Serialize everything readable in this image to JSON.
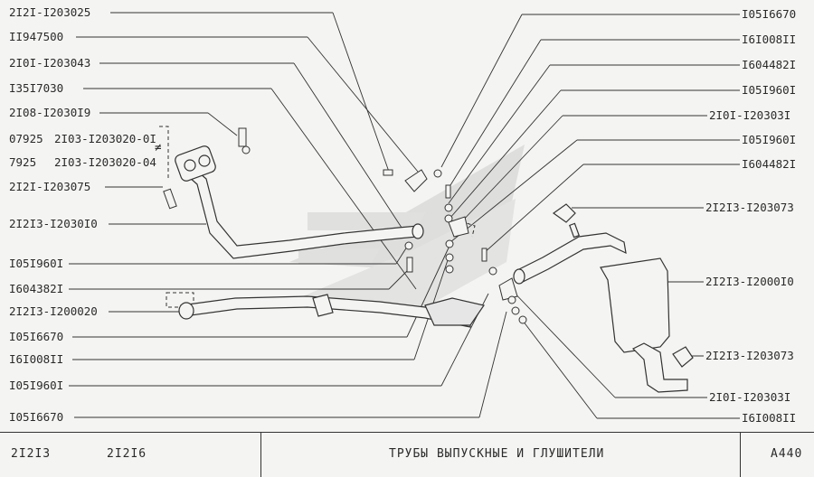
{
  "labels": {
    "l1": "2I2I-I203025",
    "l2": "II947500",
    "l3": "2I0I-I203043",
    "l4": "I35I7030",
    "l5": "2I08-I2030I9",
    "l6a": "07925",
    "l6b": "2I03-I203020-0I",
    "l7a": "7925",
    "l7b": "2I03-I203020-04",
    "l8": "2I2I-I203075",
    "l9": "2I2I3-I2030I0",
    "l10": "I05I960I",
    "l11": "I604382I",
    "l12": "2I2I3-I200020",
    "l13": "I05I6670",
    "l14": "I6I008II",
    "l15": "I05I960I",
    "l16": "I05I6670",
    "r1": "I05I6670",
    "r2": "I6I008II",
    "r3": "I604482I",
    "r4": "I05I960I",
    "r5": "2I0I-I20303I",
    "r6": "I05I960I",
    "r7": "I604482I",
    "r8": "2I2I3-I203073",
    "r9": "2I2I3-I2000I0",
    "r10": "2I2I3-I203073",
    "r11": "2I0I-I20303I",
    "r12": "I6I008II"
  },
  "footer": {
    "model1": "2I2I3",
    "model2": "2I2I6",
    "title": "ТРУБЫ ВЫПУСКНЫЕ И ГЛУШИТЕЛИ",
    "code": "A440"
  }
}
